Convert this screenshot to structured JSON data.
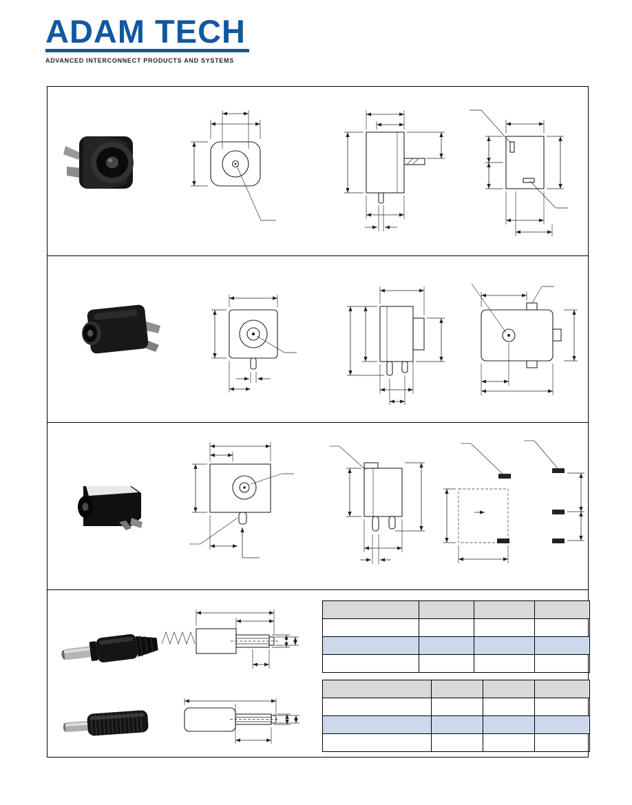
{
  "header": {
    "logo_text": "ADAM TECH",
    "tagline": "ADVANCED INTERCONNECT PRODUCTS AND SYSTEMS"
  },
  "colors": {
    "brand_blue": "#10589f",
    "table_header_bg": "#d9d9d9",
    "table_highlight_bg": "#ccd9ec",
    "drawing_line": "#222222"
  },
  "spec_tables": [
    {
      "name": "plug-spec-table-1",
      "columns": [
        "",
        "",
        "",
        ""
      ],
      "rows": [
        [
          "",
          "",
          "",
          ""
        ],
        [
          "",
          "",
          "",
          ""
        ],
        [
          "",
          "",
          "",
          ""
        ]
      ],
      "highlight_row_index": 1
    },
    {
      "name": "plug-spec-table-2",
      "columns": [
        "",
        "",
        "",
        ""
      ],
      "rows": [
        [
          "",
          "",
          "",
          ""
        ],
        [
          "",
          "",
          "",
          ""
        ],
        [
          "",
          "",
          "",
          ""
        ]
      ],
      "highlight_row_index": 1
    }
  ]
}
